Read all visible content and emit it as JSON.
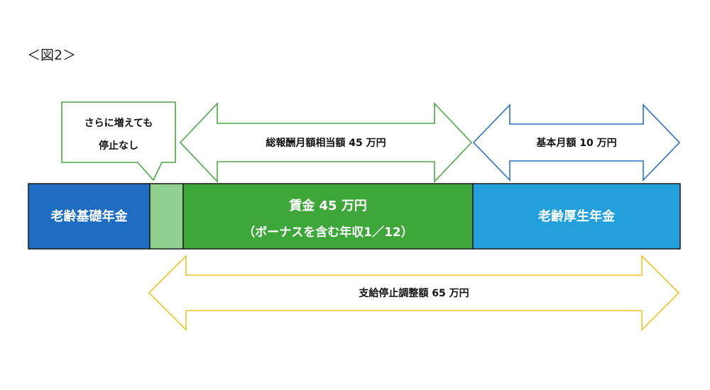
{
  "figure_label": "＜図2＞",
  "colors": {
    "kiso_block": "#1f6dc3",
    "gap_block": "#8fcf8f",
    "wage_block": "#3ea63a",
    "kosei_block": "#23a0dc",
    "green_arrow": "#4aa844",
    "blue_arrow": "#2a6fc2",
    "yellow_arrow": "#f0c02a"
  },
  "blocks": {
    "kiso": {
      "label": "老齢基礎年金"
    },
    "wage": {
      "line1": "賃金 45 万円",
      "line2": "（ボーナスを含む年収1／12）"
    },
    "kosei": {
      "label": "老齢厚生年金"
    }
  },
  "arrows": {
    "green": {
      "label": "総報酬月額相当額 45 万円"
    },
    "blue": {
      "label": "基本月額 10 万円"
    },
    "yellow": {
      "label": "支給停止調整額 65 万円"
    }
  },
  "callout": {
    "line1": "さらに増えても",
    "line2": "停止なし"
  }
}
